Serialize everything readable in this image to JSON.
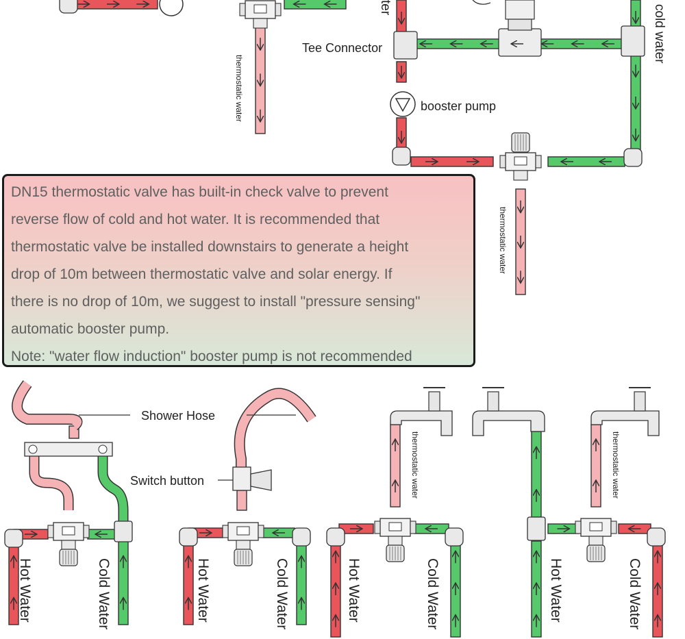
{
  "labels": {
    "tee_connector": "Tee Connector",
    "booster_pump": "booster pump",
    "cold_water_top": "cold water",
    "ter_fragment": "ter",
    "thermostatic_water": "thermostatic water",
    "shower_hose": "Shower Hose",
    "switch_button": "Switch button",
    "hot_water": "Hot Water",
    "cold_water": "Cold Water"
  },
  "info": {
    "lines": [
      "DN15 thermostatic valve has built-in check valve to prevent",
      "reverse flow of cold and hot water. It is recommended that",
      "thermostatic valve be installed downstairs to generate a height",
      "drop of 10m between thermostatic valve and solar energy. If",
      "there is no drop of 10m, we suggest to install \"pressure sensing\"",
      "automatic booster pump.",
      "Note: \"water flow induction\" booster pump is not recommended"
    ]
  },
  "colors": {
    "hot_pipe": "#e8555a",
    "cold_pipe": "#56c96b",
    "mixed_pipe": "#f5b3b5",
    "pipe_outline": "#333333",
    "fitting": "#e9e9e9"
  }
}
